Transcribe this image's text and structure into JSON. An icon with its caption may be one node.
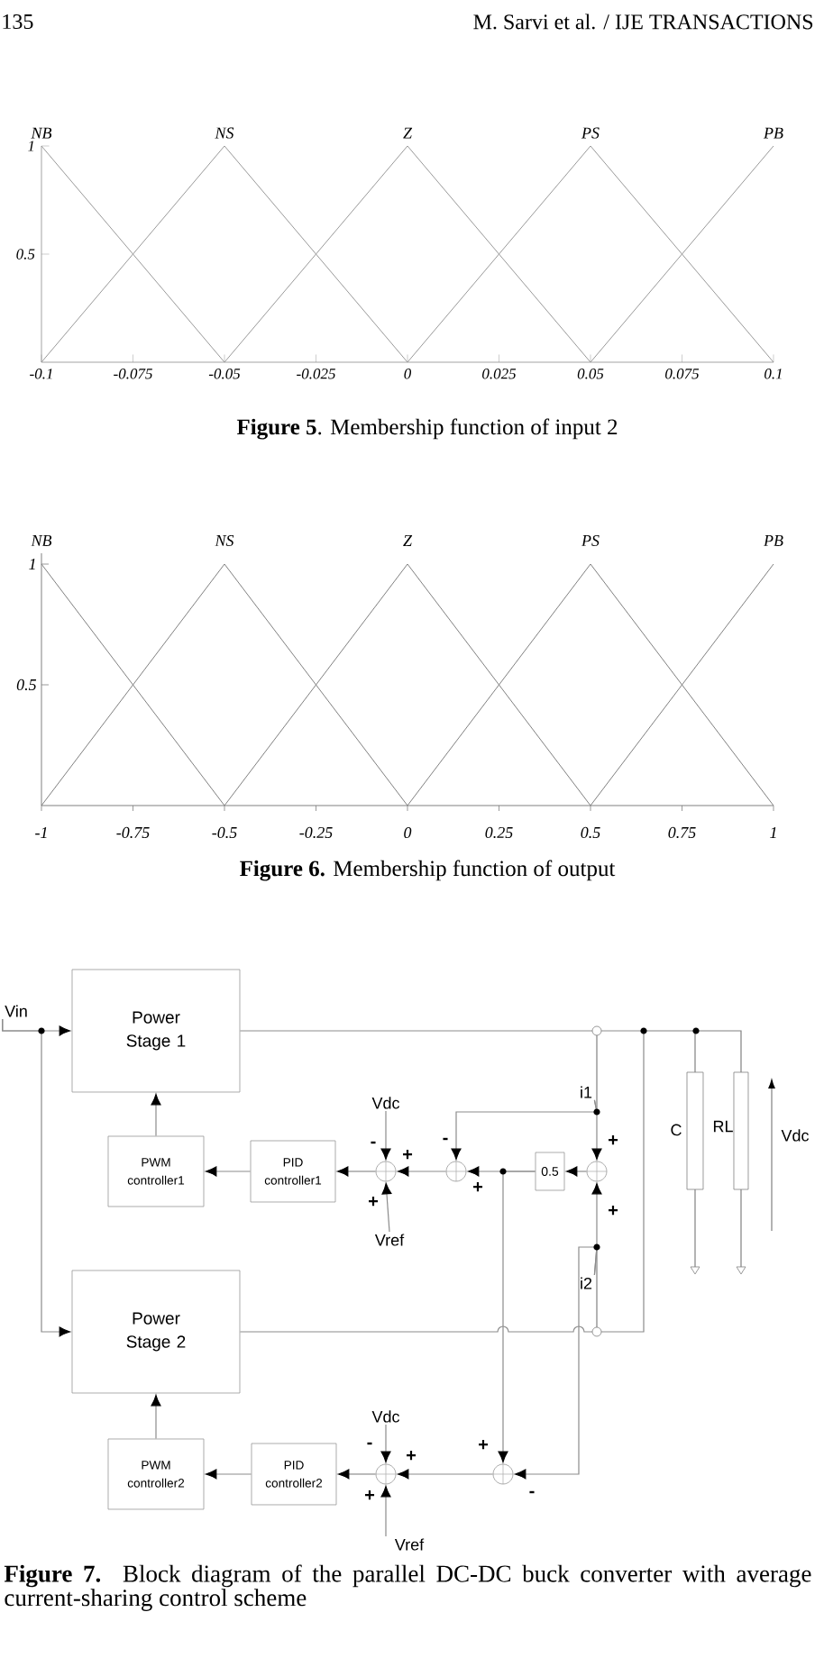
{
  "diagram": {
    "caption": "**Figure 7.** Block diagram of the parallel DC-DC buck converter with average current-sharing control scheme",
    "nodes": [
      {
        "text": [
          "Vin"
        ]
      },
      {
        "text": [
          "Power Stage 1"
        ]
      },
      {
        "text": [
          "Vdc"
        ]
      },
      {
        "text": [
          "PWM controller1"
        ]
      },
      {
        "text": [
          "PID controller1"
        ]
      },
      {
        "text": [],
        "shape": "circle"
      },
      {
        "text": [],
        "shape": "circle"
      },
      {
        "text": [
          "0.5"
        ]
      },
      {
        "text": [],
        "shape": "circle"
      },
      {
        "text": [
          "Vref"
        ]
      },
      {
        "text": [
          "Power Stage 2"
        ]
      },
      {
        "text": [
          "Vdc"
        ]
      },
      {
        "text": [
          "PWM controller2"
        ]
      },
      {
        "text": [
          "PID controller2"
        ]
      },
      {
        "text": [],
        "shape": "circle"
      },
      {
        "text": [],
        "shape": "circle"
      },
      {
        "text": [
          "Vref"
        ]
      },
      {
        "text": [
          "i1"
        ]
      },
      {
        "text": [
          "i2"
        ]
      }
    ],
    "edges": [
      {
        "from": 0,
        "to": 1,
        "arrow": "to"
      },
      {
        "from": 0,
        "to": 10,
        "arrow": "to"
      },
      {
        "from": 3,
        "to": 1,
        "arrow": "to"
      },
      {
        "from": 4,
        "to": 3,
        "arrow": "to"
      },
      {
        "from": 5,
        "to": 4,
        "arrow": "to"
      },
      {
        "from": 2,
        "to": 5,
        "arrow": "to"
      },
      {
        "from": 9,
        "to": 5,
        "arrow": "to"
      },
      {
        "from": 6,
        "to": 5,
        "arrow": "to"
      },
      {
        "from": 7,
        "to": 6,
        "arrow": "to"
      },
      {
        "from": 7,
        "to": 15,
        "arrow": "to"
      },
      {
        "from": 8,
        "to": 7,
        "arrow": "to"
      },
      {
        "from": 17,
        "to": 6,
        "arrow": "to"
      },
      {
        "from": 17,
        "to": 8,
        "arrow": "to"
      },
      {
        "from": 18,
        "to": 8,
        "arrow": "to"
      },
      {
        "from": 18,
        "to": 15,
        "arrow": "to"
      },
      {
        "from": 12,
        "to": 10,
        "arrow": "to"
      },
      {
        "from": 13,
        "to": 12,
        "arrow": "to"
      },
      {
        "from": 14,
        "to": 13,
        "arrow": "to"
      },
      {
        "from": 11,
        "to": 14,
        "arrow": "to"
      },
      {
        "from": 16,
        "to": 14,
        "arrow": "to"
      },
      {
        "from": 15,
        "to": 14,
        "arrow": "to"
      },
      {
        "from": 1,
        "to": 10,
        "arrow": "none"
      }
    ],
    "labels": [
      "135",
      "M. Sarvi et al. / IJE TRANSACTIONS",
      "**Figure 5**. Membership function of input 2",
      "NB",
      "NS",
      "Z",
      "PS",
      "PB",
      "1",
      "0.5",
      "-1",
      "-0.75",
      "-0.5",
      "-0.25",
      "0",
      "0.25",
      "0.5",
      "0.75",
      "1",
      "**Figure 6.** Membership function of output",
      "C",
      "RL",
      "Vdc",
      "-",
      "+",
      "-",
      "+",
      "+",
      "+",
      "+",
      "-",
      "+",
      "+",
      "+",
      "-"
    ],
    "chart_data": {
      "type": "line",
      "x": [
        -0.1,
        -0.05,
        0,
        0.05,
        0.1
      ],
      "series": [
        {
          "name": "NB",
          "color": "#999999",
          "values": [
            1,
            0,
            null,
            null,
            null
          ]
        },
        {
          "name": "NS",
          "color": "#999999",
          "values": [
            0,
            1,
            0,
            null,
            null
          ]
        },
        {
          "name": "Z",
          "color": "#999999",
          "values": [
            null,
            0,
            1,
            0,
            null
          ]
        },
        {
          "name": "PS",
          "color": "#999999",
          "values": [
            null,
            null,
            0,
            1,
            0
          ]
        },
        {
          "name": "PB",
          "color": "#999999",
          "values": [
            null,
            null,
            null,
            0,
            1
          ]
        }
      ],
      "xlim": [
        -0.1,
        0.1
      ],
      "ylim": [
        0,
        1
      ],
      "xticks": [
        -0.1,
        -0.075,
        -0.05,
        -0.025,
        0,
        0.025,
        0.05,
        0.075,
        0.1
      ],
      "yticks": [
        0.5,
        1
      ]
    }
  }
}
